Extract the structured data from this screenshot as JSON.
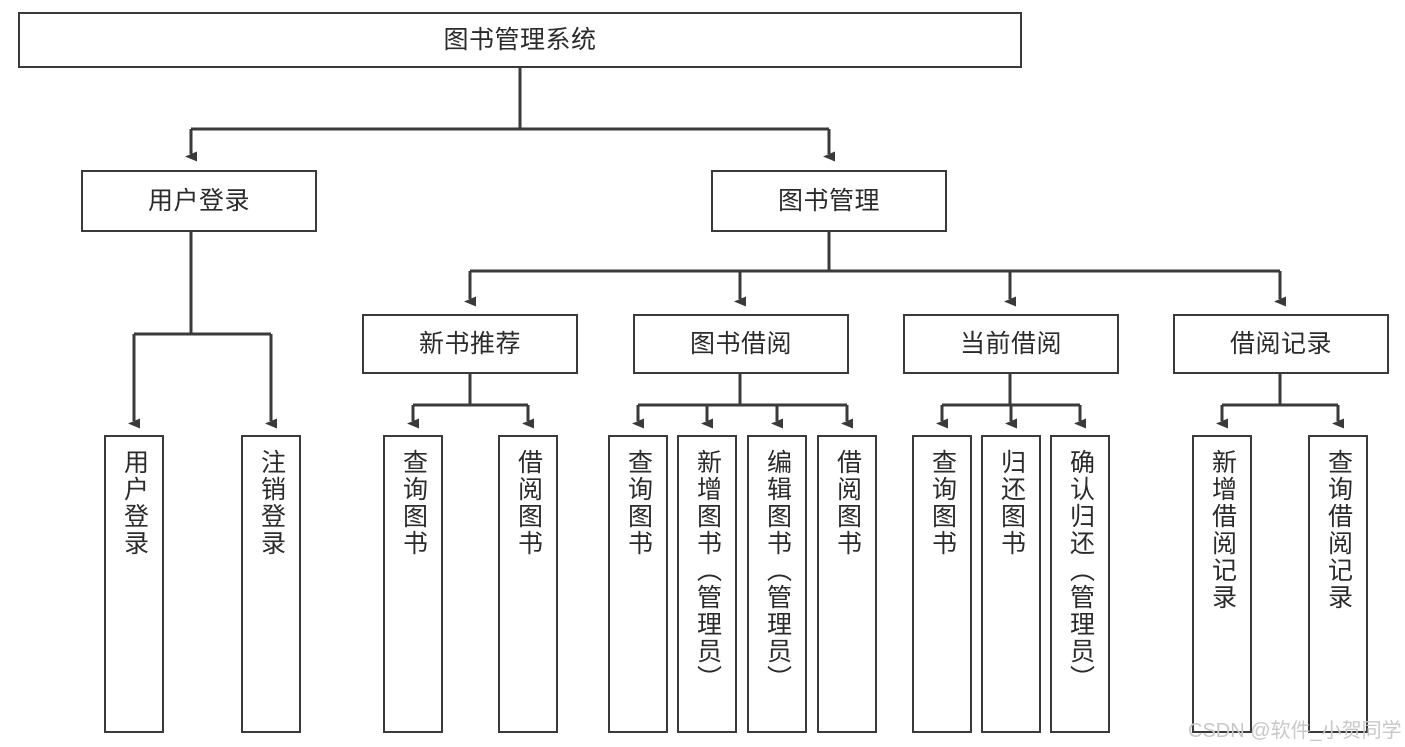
{
  "diagram": {
    "type": "tree-hierarchy-chart",
    "title": "图书管理系统",
    "watermark": "CSDN @软件_小贺同学",
    "colors": {
      "box_border": "#3a3a3a",
      "box_fill": "#ffffff",
      "edge": "#3a3a3a",
      "text": "#2b2b2b",
      "watermark": "#c8c8c8",
      "background": "#ffffff"
    },
    "nodes": {
      "root": {
        "label": "图书管理系统",
        "level": 1
      },
      "user_login": {
        "label": "用户登录",
        "level": 2
      },
      "book_manage": {
        "label": "图书管理",
        "level": 2
      },
      "new_book_rec": {
        "label": "新书推荐",
        "level": 3
      },
      "book_borrow": {
        "label": "图书借阅",
        "level": 3
      },
      "current_borrow": {
        "label": "当前借阅",
        "level": 3
      },
      "borrow_record": {
        "label": "借阅记录",
        "level": 3
      },
      "leaf_user_login": {
        "label": "用户登录",
        "level": 3,
        "parent": "用户登录"
      },
      "leaf_logout": {
        "label": "注销登录",
        "level": 3,
        "parent": "用户登录"
      },
      "leaf_query_book_1": {
        "label": "查询图书",
        "level": 4,
        "parent": "新书推荐"
      },
      "leaf_borrow_book_1": {
        "label": "借阅图书",
        "level": 4,
        "parent": "新书推荐"
      },
      "leaf_query_book_2": {
        "label": "查询图书",
        "level": 4,
        "parent": "图书借阅"
      },
      "leaf_add_book": {
        "label": "新增图书（管理员）",
        "level": 4,
        "parent": "图书借阅"
      },
      "leaf_edit_book": {
        "label": "编辑图书（管理员）",
        "level": 4,
        "parent": "图书借阅"
      },
      "leaf_borrow_book_2": {
        "label": "借阅图书",
        "level": 4,
        "parent": "图书借阅"
      },
      "leaf_query_book_3": {
        "label": "查询图书",
        "level": 4,
        "parent": "当前借阅"
      },
      "leaf_return_book": {
        "label": "归还图书",
        "level": 4,
        "parent": "当前借阅"
      },
      "leaf_confirm_return": {
        "label": "确认归还（管理员）",
        "level": 4,
        "parent": "当前借阅"
      },
      "leaf_add_record": {
        "label": "新增借阅记录",
        "level": 4,
        "parent": "借阅记录"
      },
      "leaf_query_record": {
        "label": "查询借阅记录",
        "level": 4,
        "parent": "借阅记录"
      }
    }
  }
}
